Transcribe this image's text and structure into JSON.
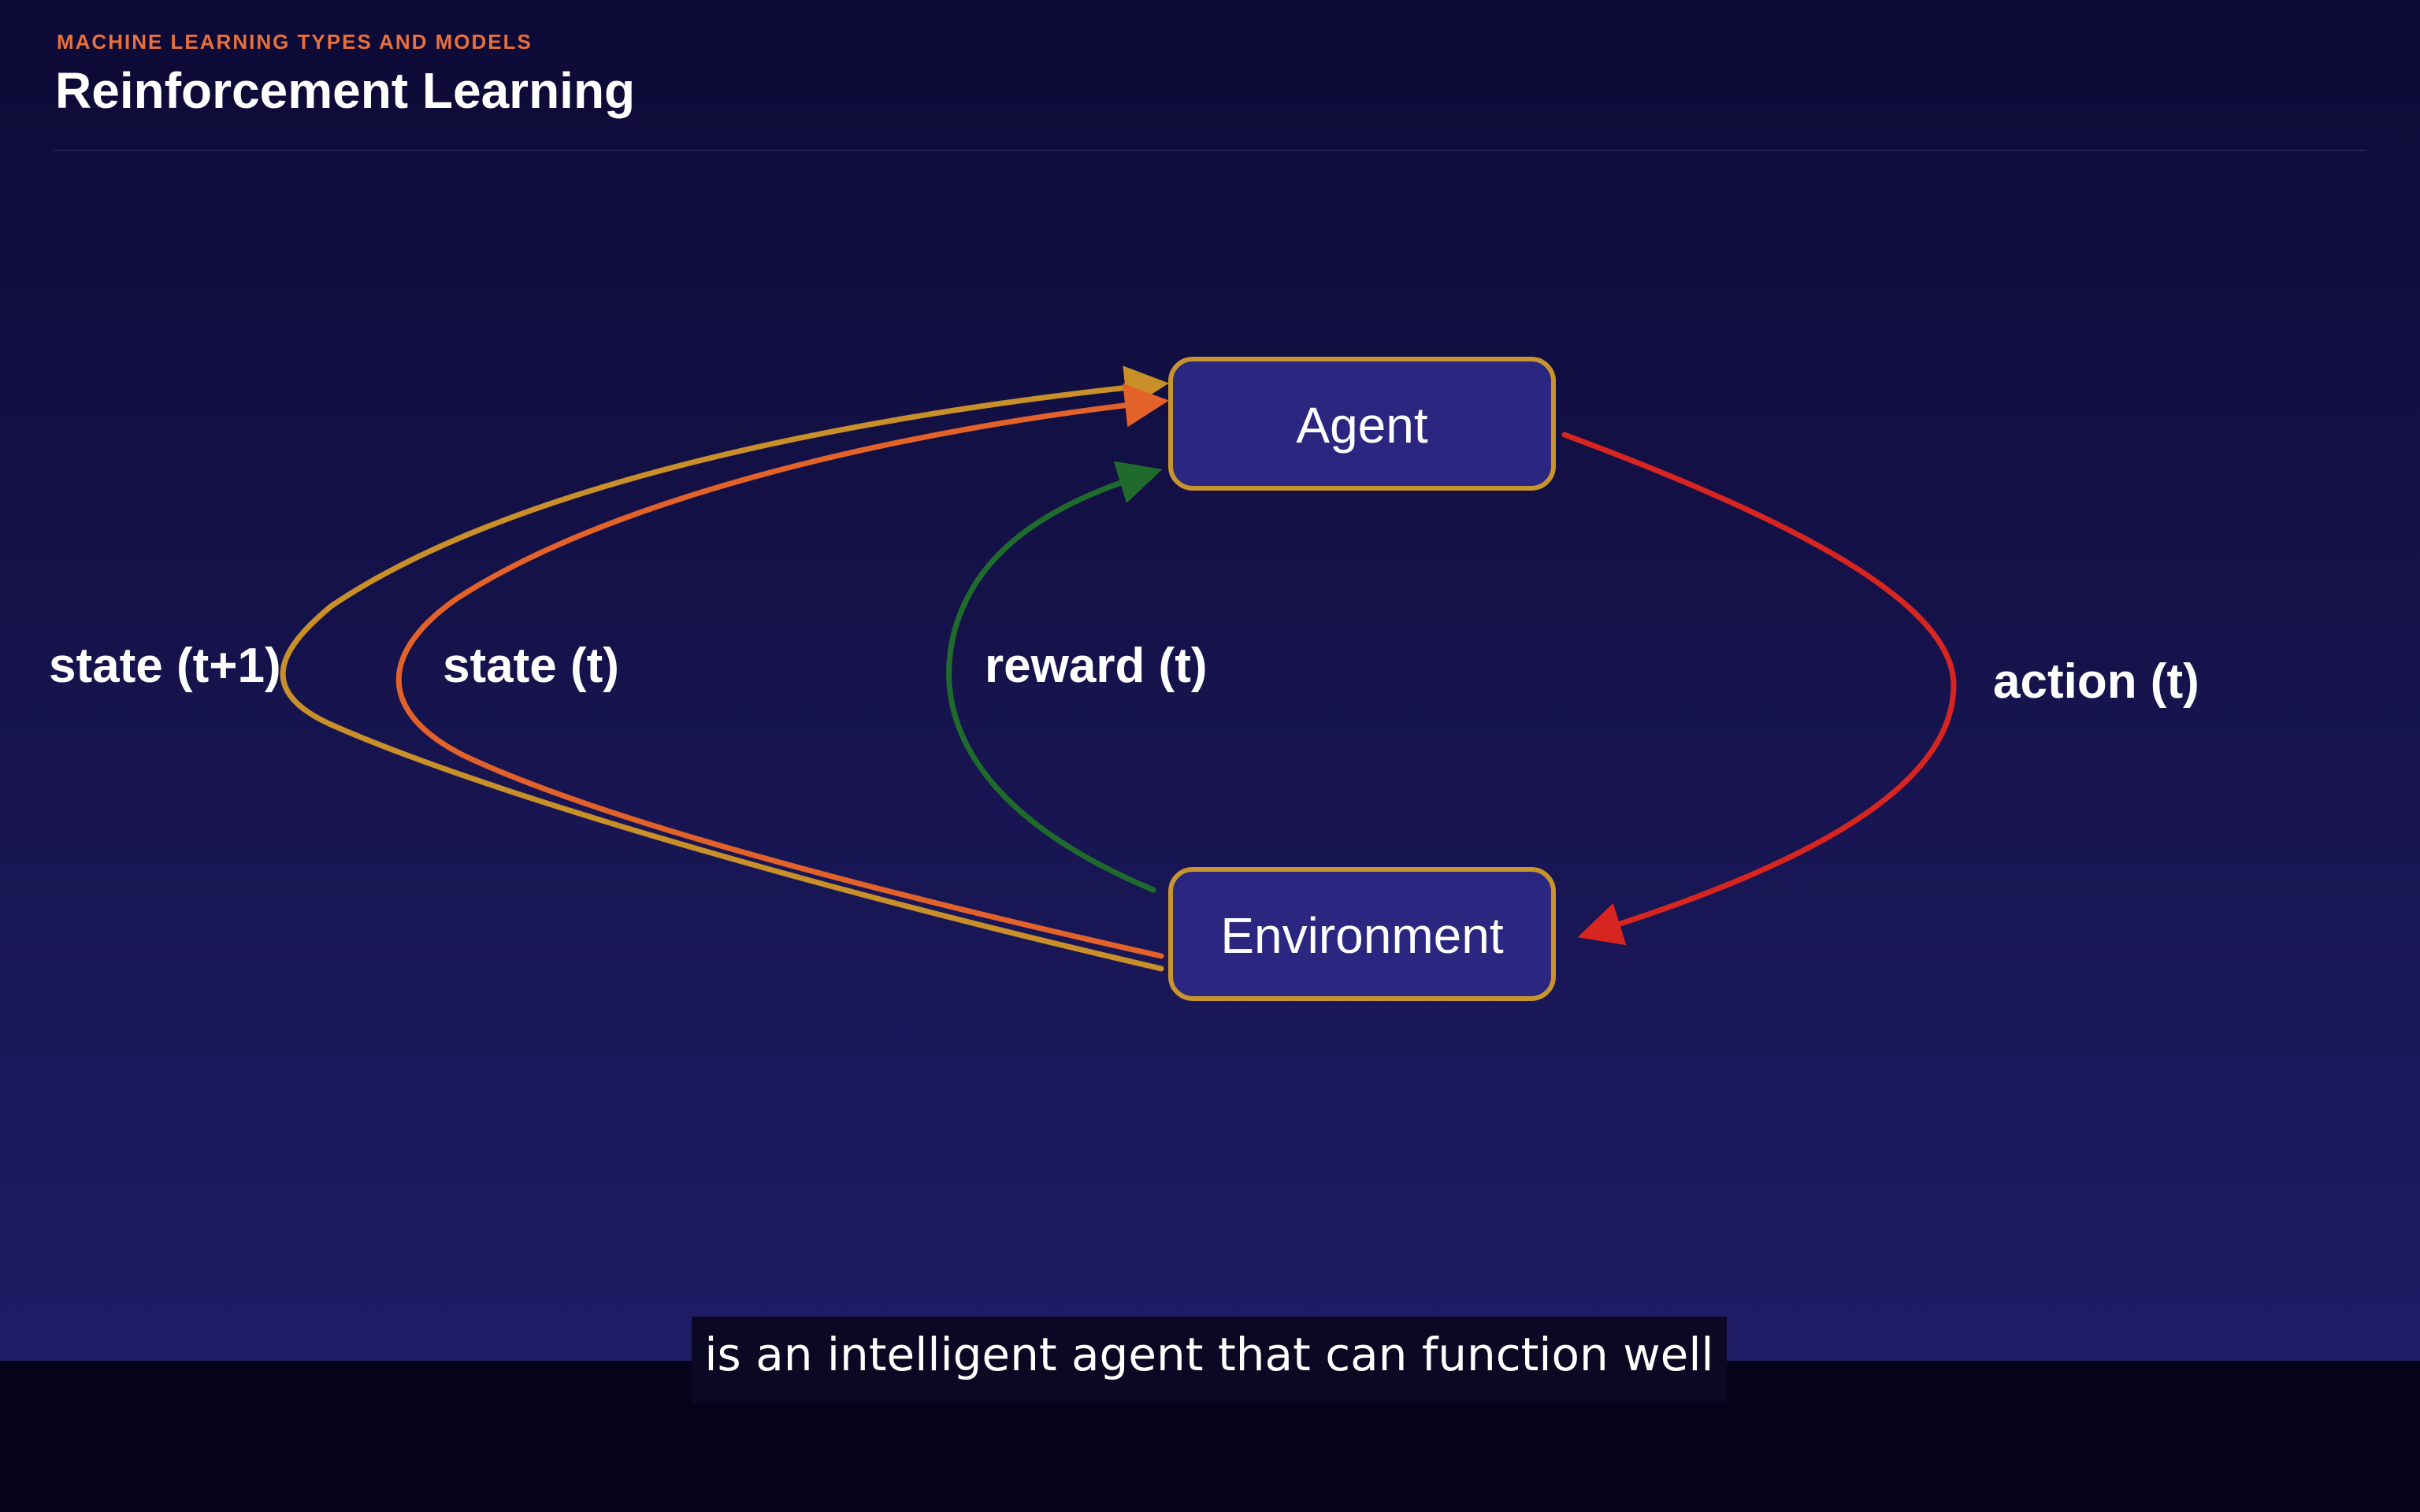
{
  "slide": {
    "kicker": "MACHINE LEARNING TYPES AND MODELS",
    "title": "Reinforcement Learning"
  },
  "diagram": {
    "nodes": {
      "agent": "Agent",
      "environment": "Environment"
    },
    "edges": {
      "state_next": "state (t+1)",
      "state": "state (t)",
      "reward": "reward (t)",
      "action": "action (t)"
    },
    "colors": {
      "state_next": "#c9902a",
      "state": "#e2622a",
      "reward": "#1f6b2c",
      "action": "#d8251f",
      "node_fill": "#2b2780",
      "node_border": "#c8942e"
    }
  },
  "subtitle": {
    "text": "is an intelligent agent that can function well"
  }
}
